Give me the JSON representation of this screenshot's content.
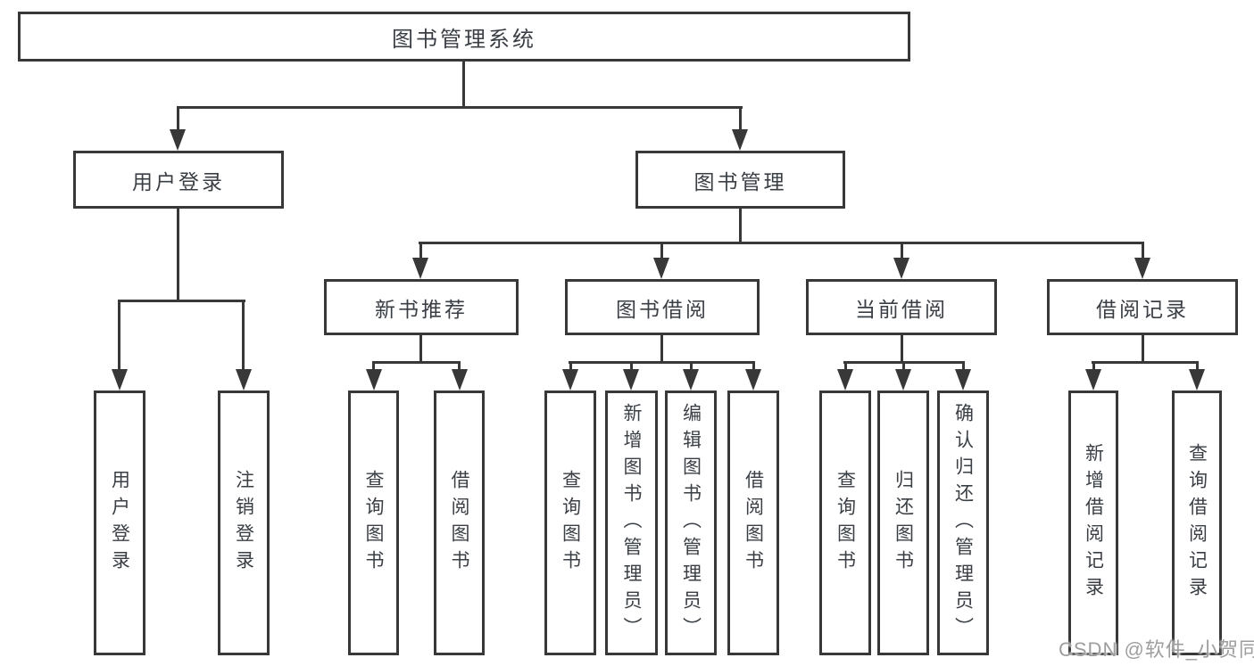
{
  "root": {
    "label": "图书管理系统"
  },
  "branches": {
    "user": {
      "label": "用户登录",
      "children": [
        {
          "label": "用户登录"
        },
        {
          "label": "注销登录"
        }
      ]
    },
    "book": {
      "label": "图书管理",
      "groups": [
        {
          "label": "新书推荐",
          "children": [
            {
              "label": "查询图书"
            },
            {
              "label": "借阅图书"
            }
          ]
        },
        {
          "label": "图书借阅",
          "children": [
            {
              "label": "查询图书"
            },
            {
              "label": "新增图书（管理员）"
            },
            {
              "label": "编辑图书（管理员）"
            },
            {
              "label": "借阅图书"
            }
          ]
        },
        {
          "label": "当前借阅",
          "children": [
            {
              "label": "查询图书"
            },
            {
              "label": "归还图书"
            },
            {
              "label": "确认归还（管理员）"
            }
          ]
        },
        {
          "label": "借阅记录",
          "children": [
            {
              "label": "新增借阅记录"
            },
            {
              "label": "查询借阅记录"
            }
          ]
        }
      ]
    }
  },
  "watermark": {
    "text": "CSDN @软件_小贺同学"
  },
  "colors": {
    "line": "#383838",
    "box_border": "#383838",
    "text": "#3a3f45",
    "watermark": "#9e9e9e",
    "background": "#ffffff"
  }
}
